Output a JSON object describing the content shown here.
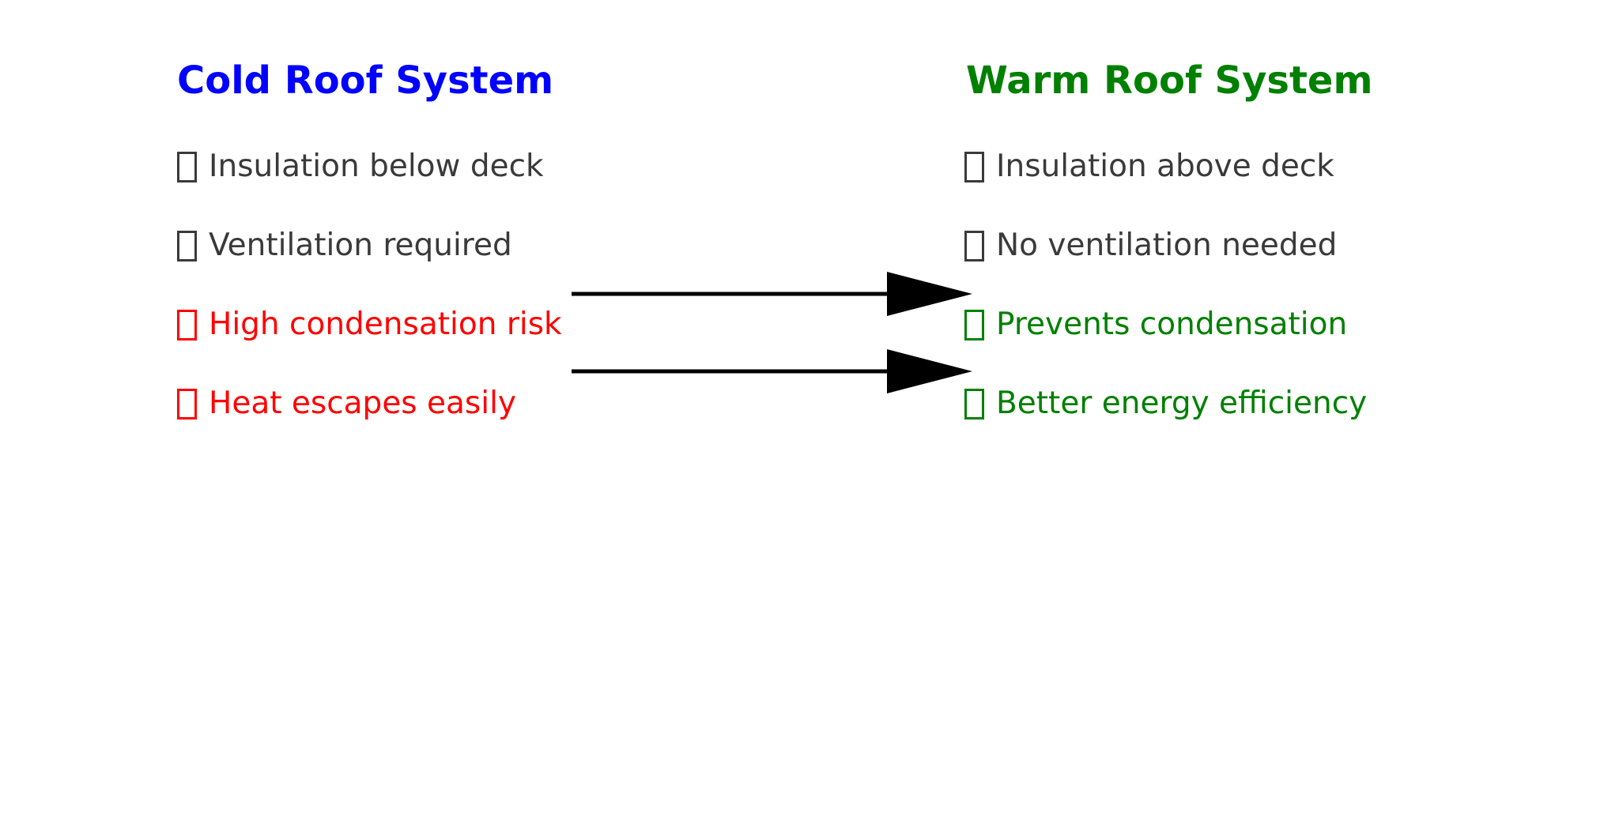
{
  "diagram": {
    "columns": [
      {
        "title": "Cold Roof System",
        "title_color": "#0000ff",
        "items": [
          {
            "label": "Insulation below deck",
            "color": "#3a3a3a"
          },
          {
            "label": "Ventilation required",
            "color": "#3a3a3a"
          },
          {
            "label": "High condensation risk",
            "color": "#ff0000"
          },
          {
            "label": "Heat escapes easily",
            "color": "#ff0000"
          }
        ]
      },
      {
        "title": "Warm Roof System",
        "title_color": "#008000",
        "items": [
          {
            "label": "Insulation above deck",
            "color": "#3a3a3a"
          },
          {
            "label": "No ventilation needed",
            "color": "#3a3a3a"
          },
          {
            "label": "Prevents condensation",
            "color": "#008000"
          },
          {
            "label": "Better energy efficiency",
            "color": "#008000"
          }
        ]
      }
    ],
    "icons": {
      "bullet": "missing-glyph-box"
    },
    "arrows": {
      "color": "#000000",
      "count": 2,
      "direction": "right"
    }
  }
}
